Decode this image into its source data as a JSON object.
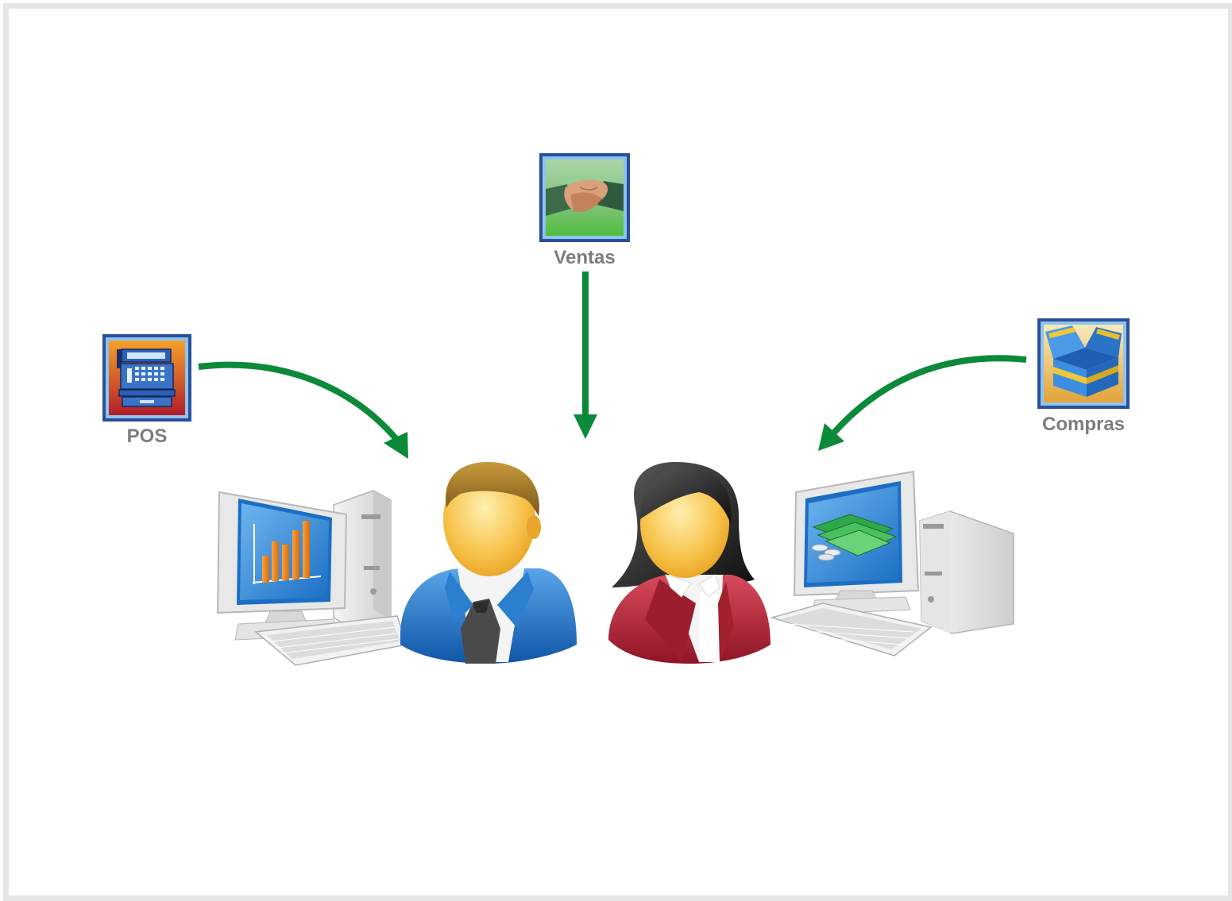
{
  "modules": {
    "pos": {
      "label": "POS",
      "icon": "cash-register-icon"
    },
    "ventas": {
      "label": "Ventas",
      "icon": "handshake-icon"
    },
    "compras": {
      "label": "Compras",
      "icon": "open-box-icon"
    }
  },
  "colors": {
    "arrow": "#0b8a3a",
    "label": "#7d7d7d",
    "frame": "#e6e6e6",
    "man_suit": "#1f6fc0",
    "woman_suit": "#b5243a",
    "face": "#f7c24a"
  },
  "figures": [
    {
      "name": "man",
      "icon": "businessman-icon"
    },
    {
      "name": "woman",
      "icon": "businesswoman-icon"
    }
  ],
  "computers": [
    {
      "name": "left-computer",
      "screen": "bar-chart"
    },
    {
      "name": "right-computer",
      "screen": "money"
    }
  ]
}
